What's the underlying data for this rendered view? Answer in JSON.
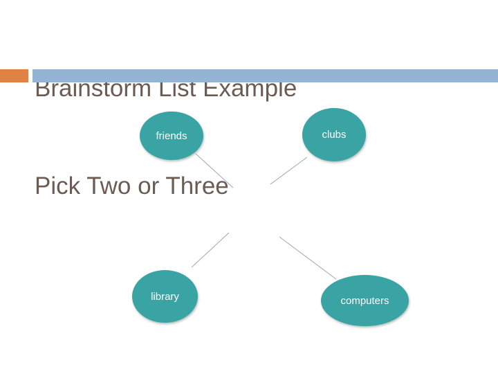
{
  "slide": {
    "title": {
      "line1": "Brainstorm List Example",
      "line2": "Pick Two or Three",
      "color": "#6b5b52"
    },
    "accent_bar": {
      "square_color": "#df8244",
      "line_color": "#93b4d2"
    }
  },
  "diagram": {
    "node_fill": "#3aa3a3",
    "node_text_color": "#ffffff",
    "connector_color": "#9aa8b4",
    "nodes": [
      {
        "id": "friends",
        "label": "friends"
      },
      {
        "id": "clubs",
        "label": "clubs"
      },
      {
        "id": "library",
        "label": "library"
      },
      {
        "id": "computers",
        "label": "computers"
      }
    ]
  }
}
